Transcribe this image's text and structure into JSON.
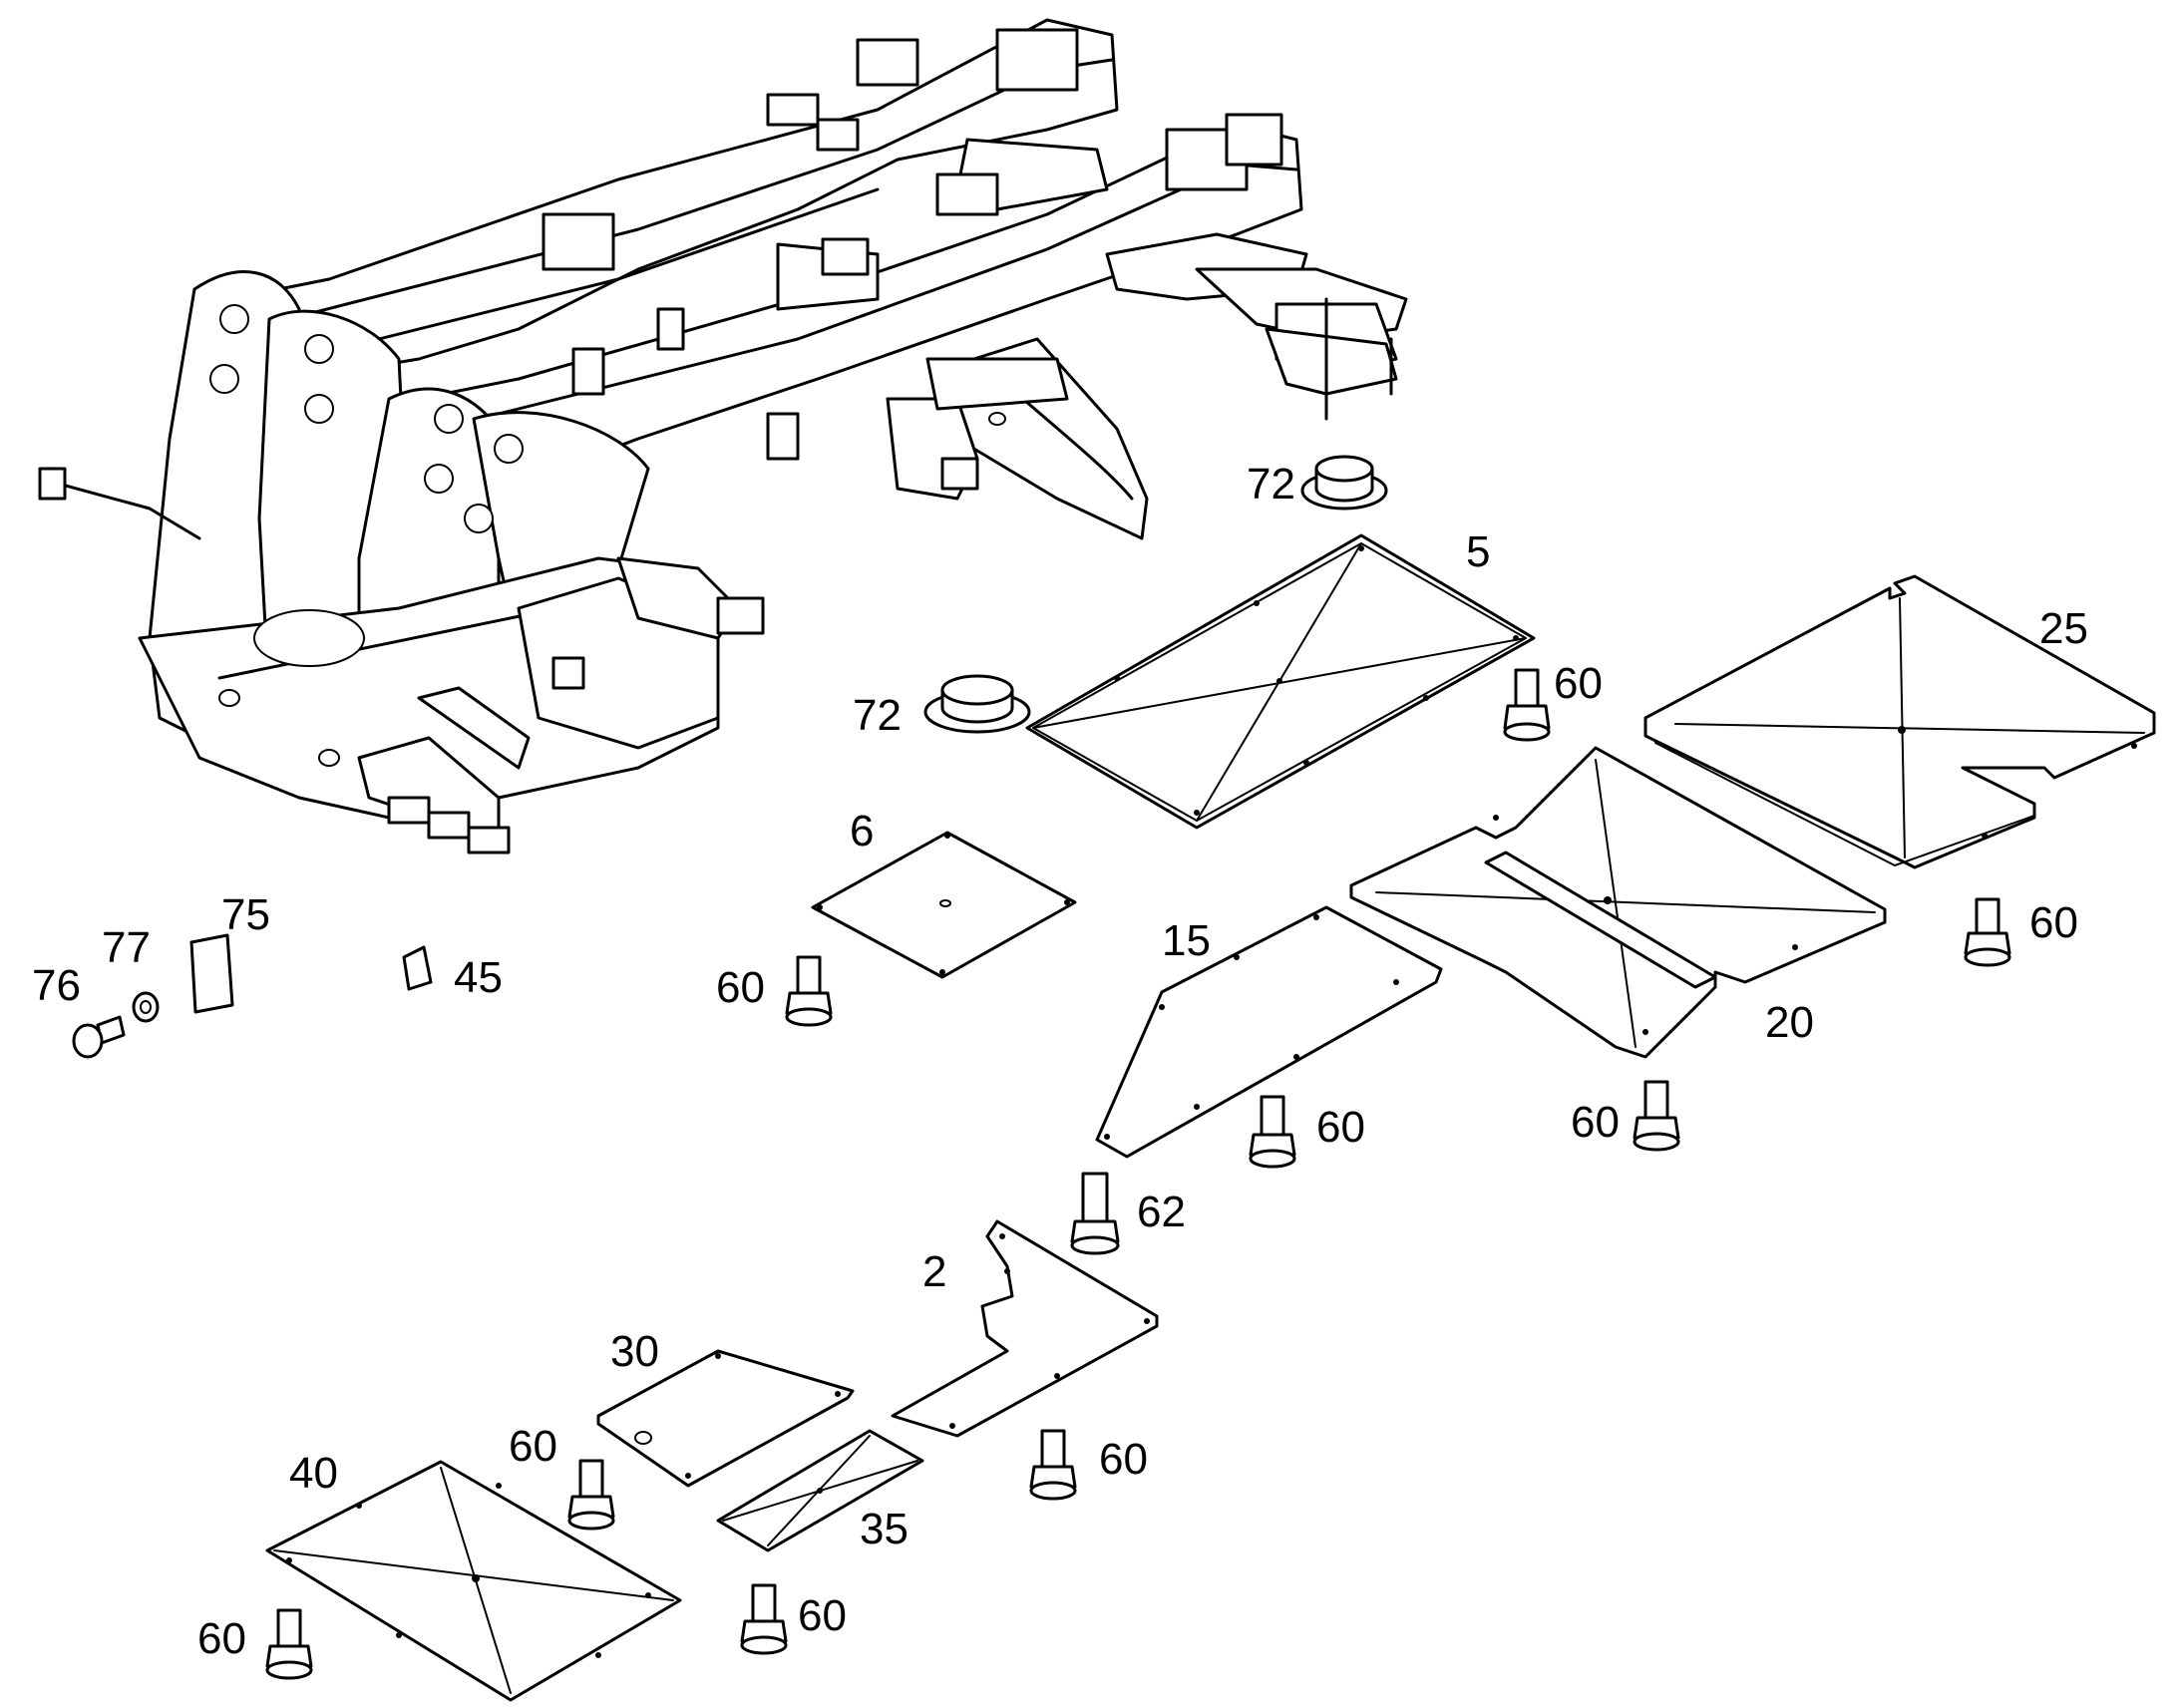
{
  "diagram": {
    "labels": {
      "l72a": "72",
      "l5": "5",
      "l72b": "72",
      "l60a": "60",
      "l25": "25",
      "l6": "6",
      "l60b": "60",
      "l15": "15",
      "l60c": "60",
      "l75": "75",
      "l77": "77",
      "l76": "76",
      "l45": "45",
      "l60d": "60",
      "l20": "20",
      "l60e": "60",
      "l62": "62",
      "l2": "2",
      "l30": "30",
      "l60f": "60",
      "l60g": "60",
      "l40": "40",
      "l35": "35",
      "l60h": "60",
      "l60i": "60"
    }
  }
}
